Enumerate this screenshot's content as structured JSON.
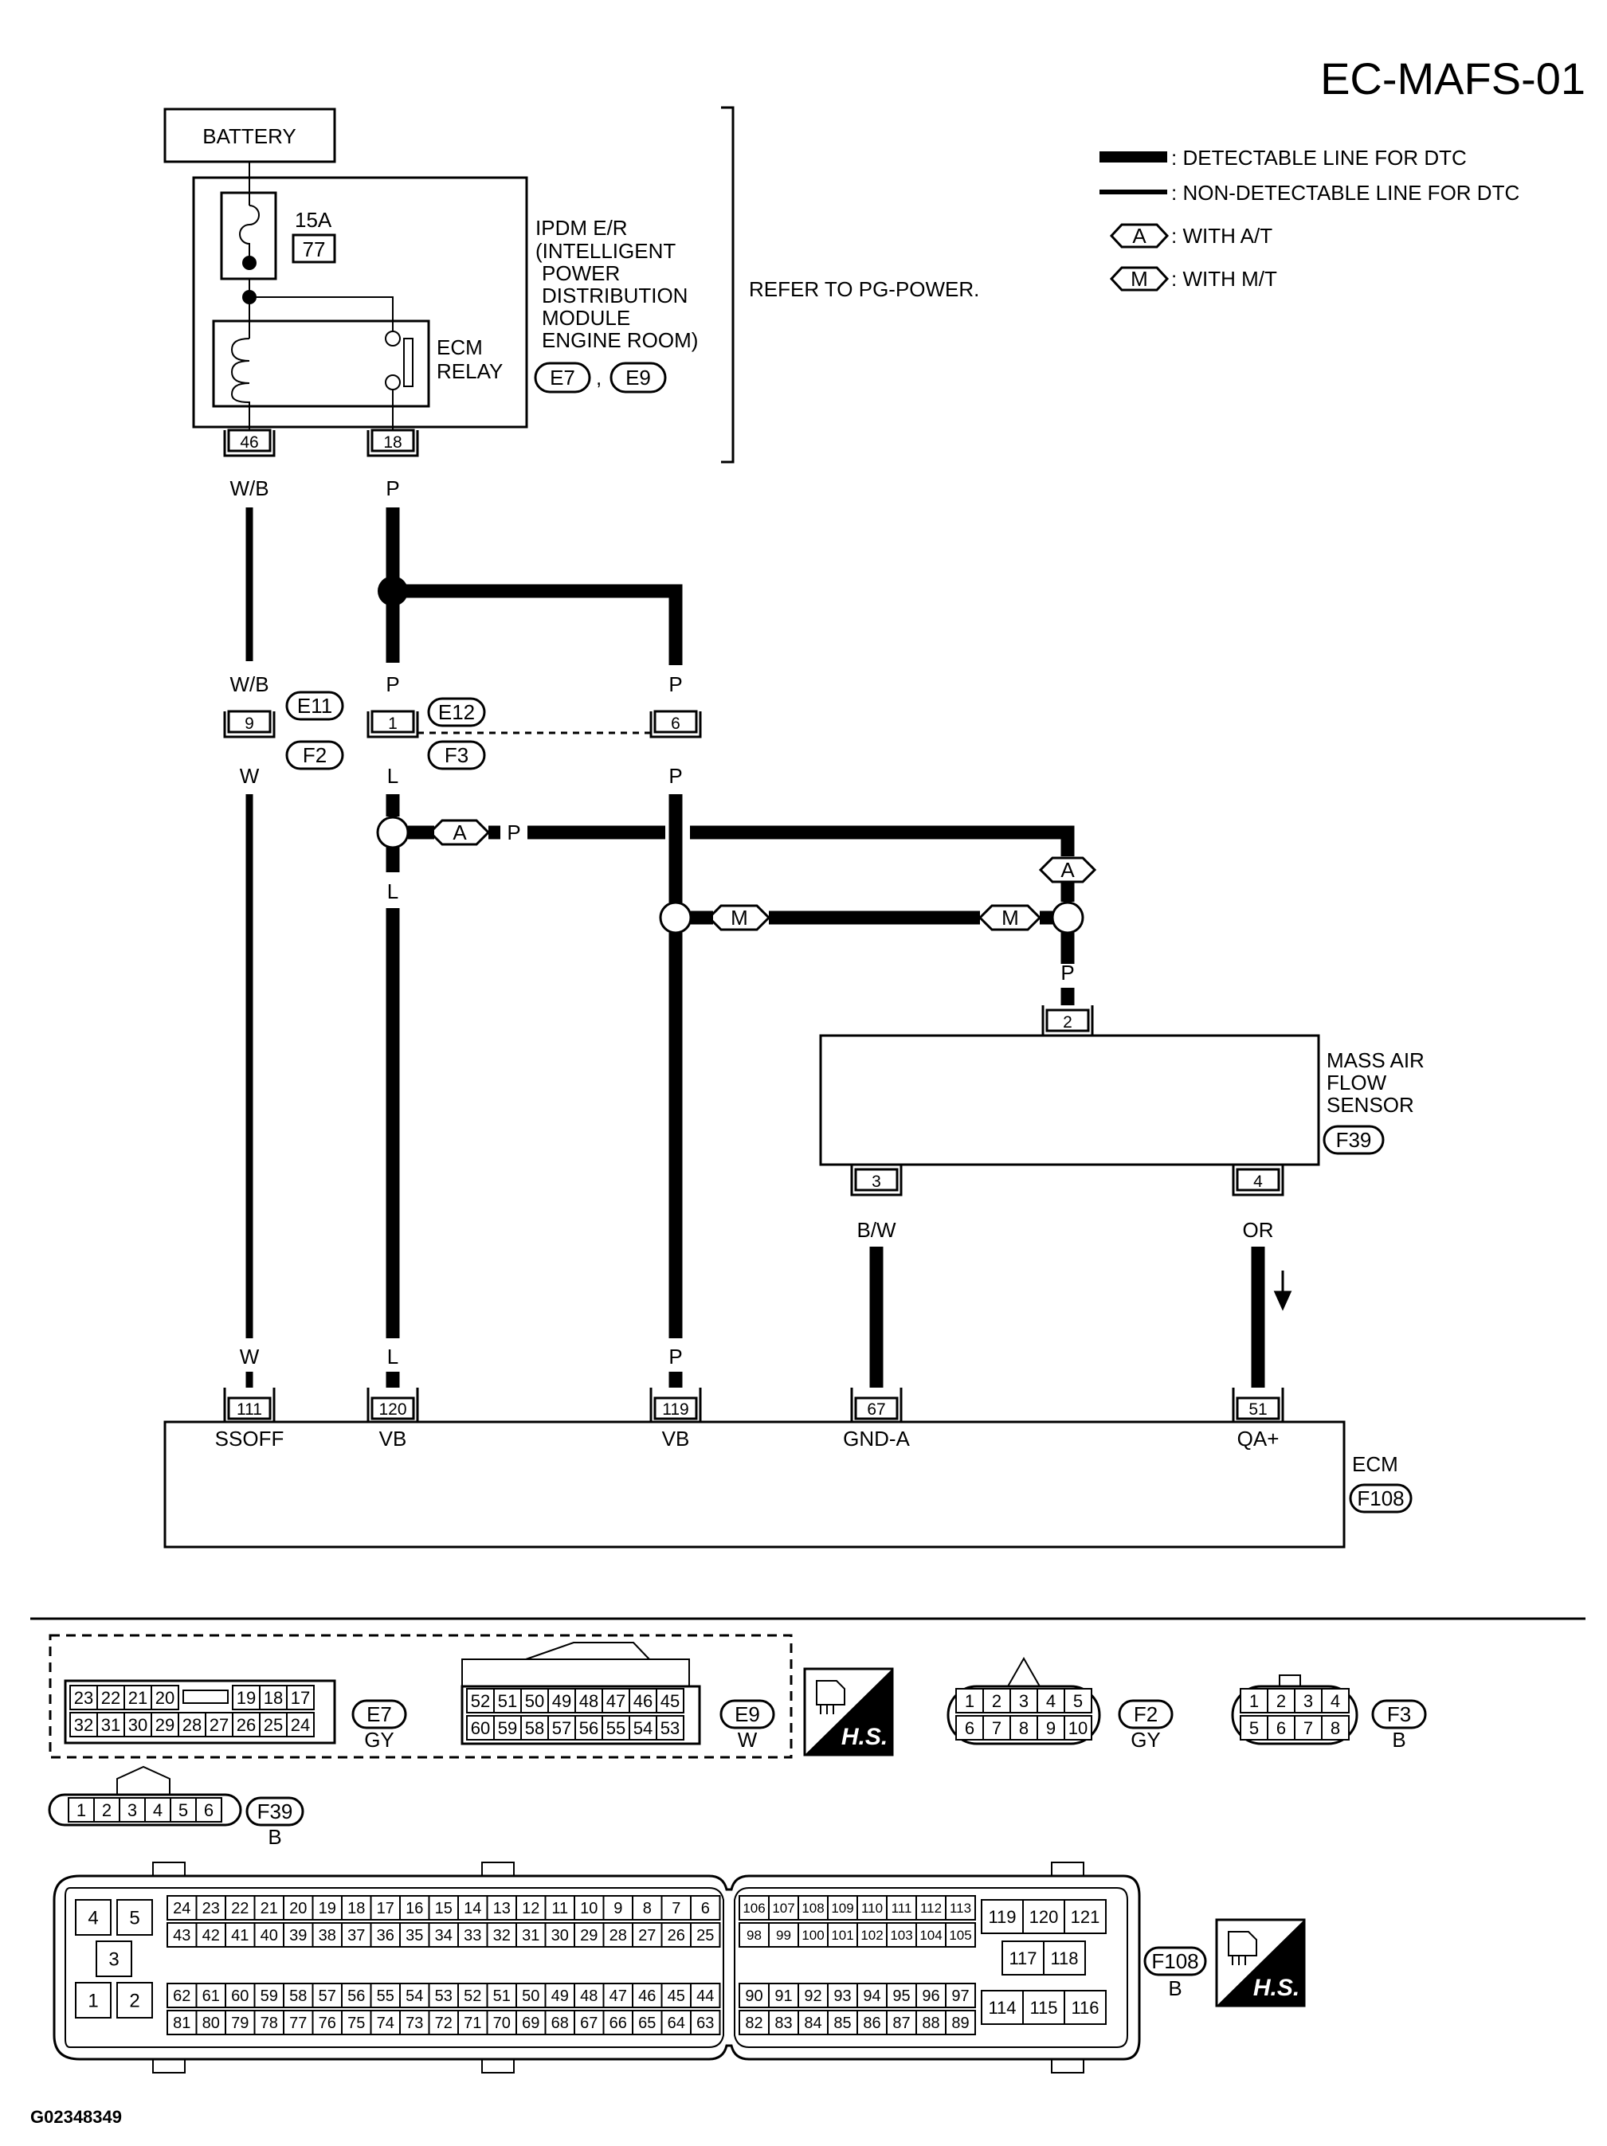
{
  "title": "EC-MAFS-01",
  "legend": {
    "detectable": ": DETECTABLE LINE FOR DTC",
    "non_detectable": ": NON-DETECTABLE LINE FOR DTC",
    "with_at": ": WITH A/T",
    "with_mt": ": WITH M/T",
    "at_symbol": "A",
    "mt_symbol": "M"
  },
  "battery": {
    "label": "BATTERY"
  },
  "ipdm": {
    "fuse_amp": "15A",
    "fuse_number": "77",
    "name_lines": [
      "IPDM E/R",
      "(INTELLIGENT",
      "POWER",
      "DISTRIBUTION",
      "MODULE",
      "ENGINE ROOM)"
    ],
    "relay_lines": [
      "ECM",
      "RELAY"
    ],
    "connectors": [
      "E7",
      "E9"
    ],
    "sep": ",",
    "pins": [
      "46",
      "18"
    ],
    "refer": "REFER TO PG-POWER."
  },
  "wires": {
    "wb": "W/B",
    "p": "P",
    "w": "W",
    "l": "L",
    "bw": "B/W",
    "or": "OR"
  },
  "joint": {
    "pins": [
      "9",
      "1",
      "6"
    ],
    "conn_top": [
      "E11",
      "E12"
    ],
    "conn_bottom": [
      "F2",
      "F3"
    ]
  },
  "maf": {
    "name_lines": [
      "MASS AIR",
      "FLOW",
      "SENSOR"
    ],
    "connector": "F39",
    "pins": [
      "2",
      "3",
      "4"
    ]
  },
  "ecm": {
    "label": "ECM",
    "connector": "F108",
    "pins": [
      "111",
      "120",
      "119",
      "67",
      "51"
    ],
    "terminals": [
      "SSOFF",
      "VB",
      "VB",
      "GND-A",
      "QA+"
    ]
  },
  "connector_views": {
    "e7": {
      "id": "E7",
      "color": "GY",
      "top": [
        "23",
        "22",
        "21",
        "20",
        "",
        "19",
        "18",
        "17"
      ],
      "bottom": [
        "32",
        "31",
        "30",
        "29",
        "28",
        "27",
        "26",
        "25",
        "24"
      ]
    },
    "e9": {
      "id": "E9",
      "color": "W",
      "top": [
        "52",
        "51",
        "50",
        "49",
        "48",
        "47",
        "46",
        "45"
      ],
      "bottom": [
        "60",
        "59",
        "58",
        "57",
        "56",
        "55",
        "54",
        "53"
      ]
    },
    "hs_label": "H.S.",
    "f2": {
      "id": "F2",
      "color": "GY",
      "top": [
        "1",
        "2",
        "3",
        "4",
        "5"
      ],
      "bottom": [
        "6",
        "7",
        "8",
        "9",
        "10"
      ]
    },
    "f3": {
      "id": "F3",
      "color": "B",
      "top": [
        "1",
        "2",
        "3",
        "4"
      ],
      "bottom": [
        "5",
        "6",
        "7",
        "8"
      ]
    },
    "f39": {
      "id": "F39",
      "color": "B",
      "pins": [
        "1",
        "2",
        "3",
        "4",
        "5",
        "6"
      ]
    },
    "f108": {
      "id": "F108",
      "color": "B",
      "left_block": [
        "4",
        "5",
        "3",
        "1",
        "2"
      ],
      "row1": [
        "24",
        "23",
        "22",
        "21",
        "20",
        "19",
        "18",
        "17",
        "16",
        "15",
        "14",
        "13",
        "12",
        "11",
        "10",
        "9",
        "8",
        "7",
        "6"
      ],
      "row2": [
        "43",
        "42",
        "41",
        "40",
        "39",
        "38",
        "37",
        "36",
        "35",
        "34",
        "33",
        "32",
        "31",
        "30",
        "29",
        "28",
        "27",
        "26",
        "25"
      ],
      "row3": [
        "62",
        "61",
        "60",
        "59",
        "58",
        "57",
        "56",
        "55",
        "54",
        "53",
        "52",
        "51",
        "50",
        "49",
        "48",
        "47",
        "46",
        "45",
        "44"
      ],
      "row4": [
        "81",
        "80",
        "79",
        "78",
        "77",
        "76",
        "75",
        "74",
        "73",
        "72",
        "71",
        "70",
        "69",
        "68",
        "67",
        "66",
        "65",
        "64",
        "63"
      ],
      "mid1": [
        "106",
        "107",
        "108",
        "109",
        "110",
        "111",
        "112",
        "113"
      ],
      "mid2": [
        "98",
        "99",
        "100",
        "101",
        "102",
        "103",
        "104",
        "105"
      ],
      "mid3": [
        "90",
        "91",
        "92",
        "93",
        "94",
        "95",
        "96",
        "97"
      ],
      "mid4": [
        "82",
        "83",
        "84",
        "85",
        "86",
        "87",
        "88",
        "89"
      ],
      "right_top": [
        "119",
        "120",
        "121"
      ],
      "right_mid": [
        "117",
        "118"
      ],
      "right_bot": [
        "114",
        "115",
        "116"
      ]
    }
  },
  "footer_code": "G02348349"
}
